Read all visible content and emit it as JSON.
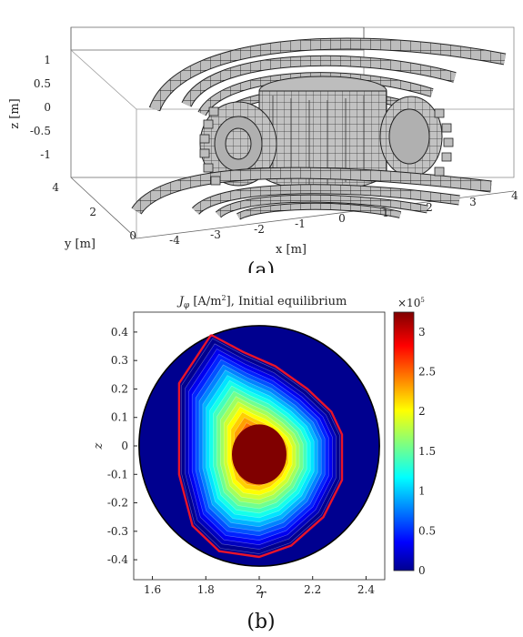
{
  "figure": {
    "panel_a_label": "(a)",
    "panel_b_label": "(b)"
  },
  "panel_a": {
    "axes": {
      "xlabel": "x [m]",
      "ylabel": "y [m]",
      "zlabel": "z [m]",
      "x_ticks": [
        "-4",
        "-3",
        "-2",
        "-1",
        "0",
        "1",
        "2",
        "3",
        "4"
      ],
      "y_ticks": [
        "0",
        "2",
        "4"
      ],
      "z_ticks": [
        "1",
        "0.5",
        "0",
        "-0.5",
        "-1"
      ]
    },
    "colors": {
      "coil_face": "#b9b9b9",
      "coil_edge": "#222222",
      "box_edge": "#555555"
    }
  },
  "chart_data": {
    "type": "heatmap",
    "title": "J_φ [A/m²], Initial equilibrium",
    "title_main": "J",
    "title_sub": "φ",
    "title_units_pre": " [A/m",
    "title_units_sup": "2",
    "title_units_post": "], Initial equilibrium",
    "xlabel": "r",
    "ylabel": "z",
    "xlim": [
      1.53,
      2.47
    ],
    "ylim": [
      -0.47,
      0.47
    ],
    "x_ticks": [
      1.6,
      1.8,
      2.0,
      2.2,
      2.4
    ],
    "x_tick_labels": [
      "1.6",
      "1.8",
      "2",
      "2.2",
      "2.4"
    ],
    "y_ticks": [
      0.4,
      0.3,
      0.2,
      0.1,
      0,
      -0.1,
      -0.2,
      -0.3,
      -0.4
    ],
    "y_tick_labels": [
      "0.4",
      "0.3",
      "0.2",
      "0.1",
      "0",
      "-0.1",
      "-0.2",
      "-0.3",
      "-0.4"
    ],
    "colorbar": {
      "min": 0,
      "max": 3.25,
      "exponent_label": "×10",
      "exponent_power": "5",
      "ticks": [
        0,
        0.5,
        1,
        1.5,
        2,
        2.5,
        3
      ],
      "tick_labels": [
        "0",
        "0.5",
        "1",
        "1.5",
        "2",
        "2.5",
        "3"
      ]
    },
    "vessel": {
      "center_r": 2.0,
      "center_z": 0.0,
      "radius": 0.45
    },
    "current_peak": {
      "r": 2.0,
      "z": -0.03,
      "value": 3.25
    },
    "separatrix": [
      [
        1.82,
        0.39
      ],
      [
        1.7,
        0.22
      ],
      [
        1.7,
        -0.1
      ],
      [
        1.75,
        -0.28
      ],
      [
        1.85,
        -0.37
      ],
      [
        2.0,
        -0.39
      ],
      [
        2.12,
        -0.35
      ],
      [
        2.24,
        -0.25
      ],
      [
        2.31,
        -0.12
      ],
      [
        2.31,
        0.04
      ],
      [
        2.27,
        0.12
      ],
      [
        2.18,
        0.2
      ],
      [
        2.06,
        0.28
      ],
      [
        1.94,
        0.33
      ],
      [
        1.82,
        0.39
      ]
    ],
    "separatrix_color": "#e8142a"
  }
}
